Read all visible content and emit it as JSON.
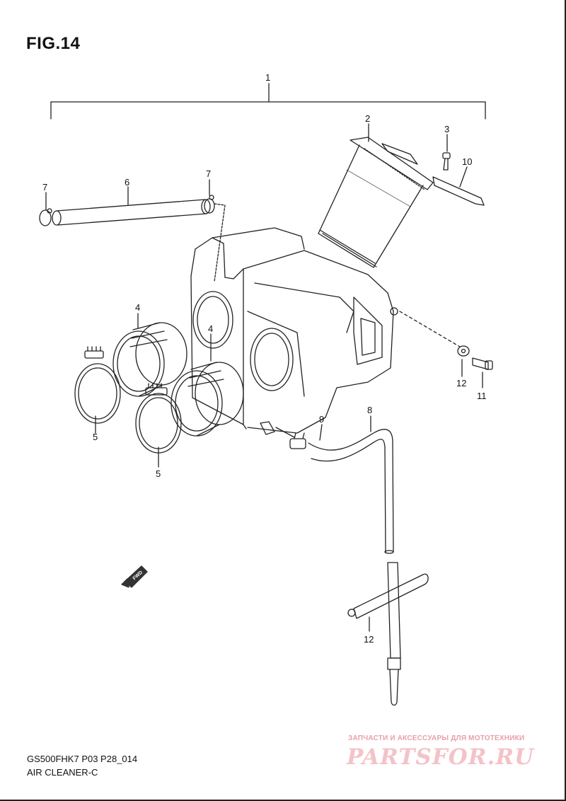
{
  "figure": {
    "title": "FIG.14"
  },
  "callouts": [
    {
      "id": "c1",
      "label": "1"
    },
    {
      "id": "c2",
      "label": "2"
    },
    {
      "id": "c3",
      "label": "3"
    },
    {
      "id": "c10",
      "label": "10"
    },
    {
      "id": "c7a",
      "label": "7"
    },
    {
      "id": "c6",
      "label": "6"
    },
    {
      "id": "c7b",
      "label": "7"
    },
    {
      "id": "c4a",
      "label": "4"
    },
    {
      "id": "c4b",
      "label": "4"
    },
    {
      "id": "c5a",
      "label": "5"
    },
    {
      "id": "c5b",
      "label": "5"
    },
    {
      "id": "c12a",
      "label": "12"
    },
    {
      "id": "c11",
      "label": "11"
    },
    {
      "id": "c8",
      "label": "8"
    },
    {
      "id": "c9",
      "label": "9"
    },
    {
      "id": "c12b",
      "label": "12"
    }
  ],
  "fwd_label": "FWD",
  "footer": {
    "code": "GS500FHK7 P03 P28_014",
    "name": "AIR CLEANER-C"
  },
  "watermark": {
    "tagline": "ЗАПЧАСТИ И АКСЕССУАРЫ ДЛЯ МОТОТЕХНИКИ",
    "logo": "PARTSFOR.RU"
  }
}
